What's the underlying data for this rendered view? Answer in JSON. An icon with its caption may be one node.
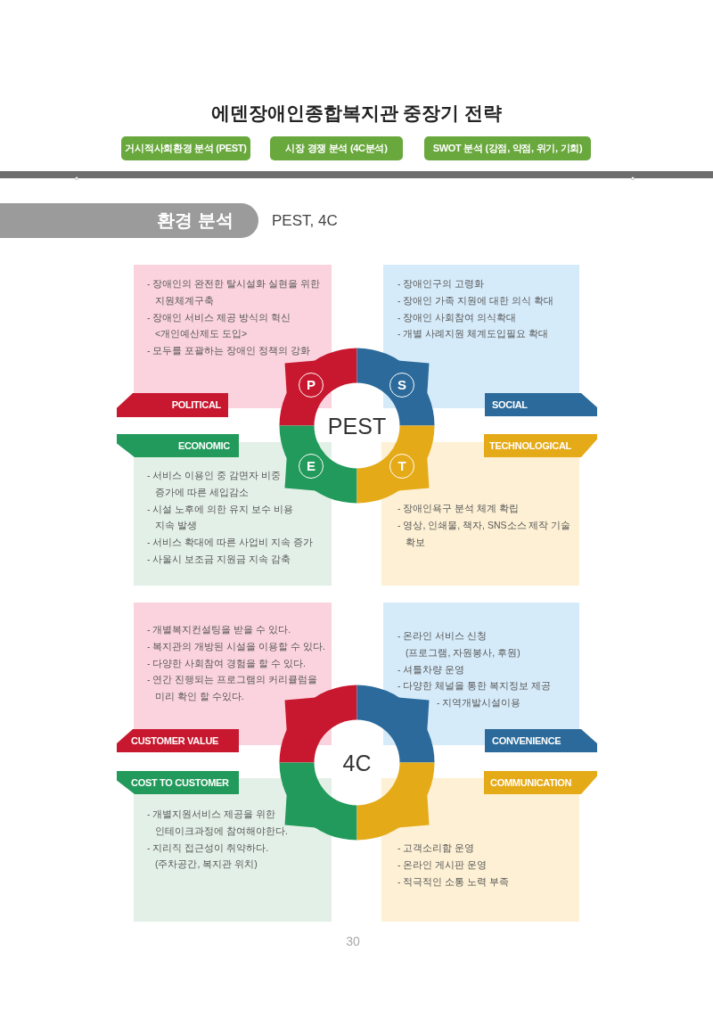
{
  "diagram": {
    "title": "에덴장애인종합복지관 중장기 전략",
    "nodes": [
      {
        "text": [
          "거시적사회환경 분석 (PEST)"
        ]
      },
      {
        "text": [
          "시장 경쟁 분석 (4C분석)"
        ]
      },
      {
        "text": [
          "SWOT 분석 (강점, 약점, 위기, 기회)"
        ]
      },
      {
        "text": [
          "환경 분석"
        ],
        "beside": [
          "PEST, 4C"
        ]
      },
      {
        "text": [
          "- 장애인의 완전한 탈시설화 실현을 위한 지원체계구축",
          "- 장애인 서비스 제공 방식의 혁신 <개인예산제도 도입>",
          "- 모두를 포괄하는 장애인 정책의 강화"
        ]
      },
      {
        "text": [
          "- 장애인구의 고령화",
          "- 장애인 가족 지원에 대한 의식 확대",
          "- 장애인 사회참여 의식확대",
          "- 개별 사례지원 체계도입필요 확대"
        ]
      },
      {
        "text": [
          "POLITICAL"
        ]
      },
      {
        "text": [
          "SOCIAL"
        ]
      },
      {
        "text": [
          "PEST"
        ]
      },
      {
        "text": [
          "P"
        ]
      },
      {
        "text": [
          "S"
        ]
      },
      {
        "text": [
          "E"
        ]
      },
      {
        "text": [
          "T"
        ]
      },
      {
        "text": [
          "ECONOMIC"
        ]
      },
      {
        "text": [
          "TECHNOLOGICAL"
        ]
      },
      {
        "text": [
          "- 서비스 이용인 중 감면자 비중 증가에 따른 세입감소",
          "- 시설 노후에 의한 유지 보수 비용 지속 발생",
          "- 서비스 확대에 따른 사업비 지속 증가",
          "- 사울시 보조금 지원금 지속 감축"
        ]
      },
      {
        "text": [
          "- 장애인욕구 분석 체계 확립",
          "- 영상, 인쇄물, 책자, SNS소스 제작 기술 확보"
        ]
      },
      {
        "text": [
          "- 개별복지컨설팅을 받을 수 있다.",
          "- 복지관의 개방된 시설을 이용할 수 있다.",
          "- 다양한 사회참여 경험을 할 수 있다.",
          "- 연간 진행되는 프로그램의 커리큘럼을 미리 확인 할 수있다."
        ]
      },
      {
        "text": [
          "- 온라인 서비스 신청 (프로그램, 자원봉사, 후원)",
          "- 셔틀차량 운영",
          "- 다양한 체널을 통한 복지정보 제공",
          "- 지역개발시설이용"
        ]
      },
      {
        "text": [
          "CUSTOMER VALUE"
        ]
      },
      {
        "text": [
          "CONVENIENCE"
        ]
      },
      {
        "text": [
          "4C"
        ]
      },
      {
        "text": [
          "COST TO CUSTOMER"
        ]
      },
      {
        "text": [
          "COMMUNICATION"
        ]
      },
      {
        "text": [
          "- 개별지원서비스 제공을 위한 인테이크과정에 참여해야한다.",
          "- 지리직 접근성이 취약하다. (주차공간, 복지관 위치)"
        ]
      },
      {
        "text": [
          "- 고객소리함 운영",
          "- 온라인 게시판 운영",
          "- 적극적인 소통 노력 부족"
        ]
      }
    ],
    "labels": [
      "30"
    ]
  }
}
